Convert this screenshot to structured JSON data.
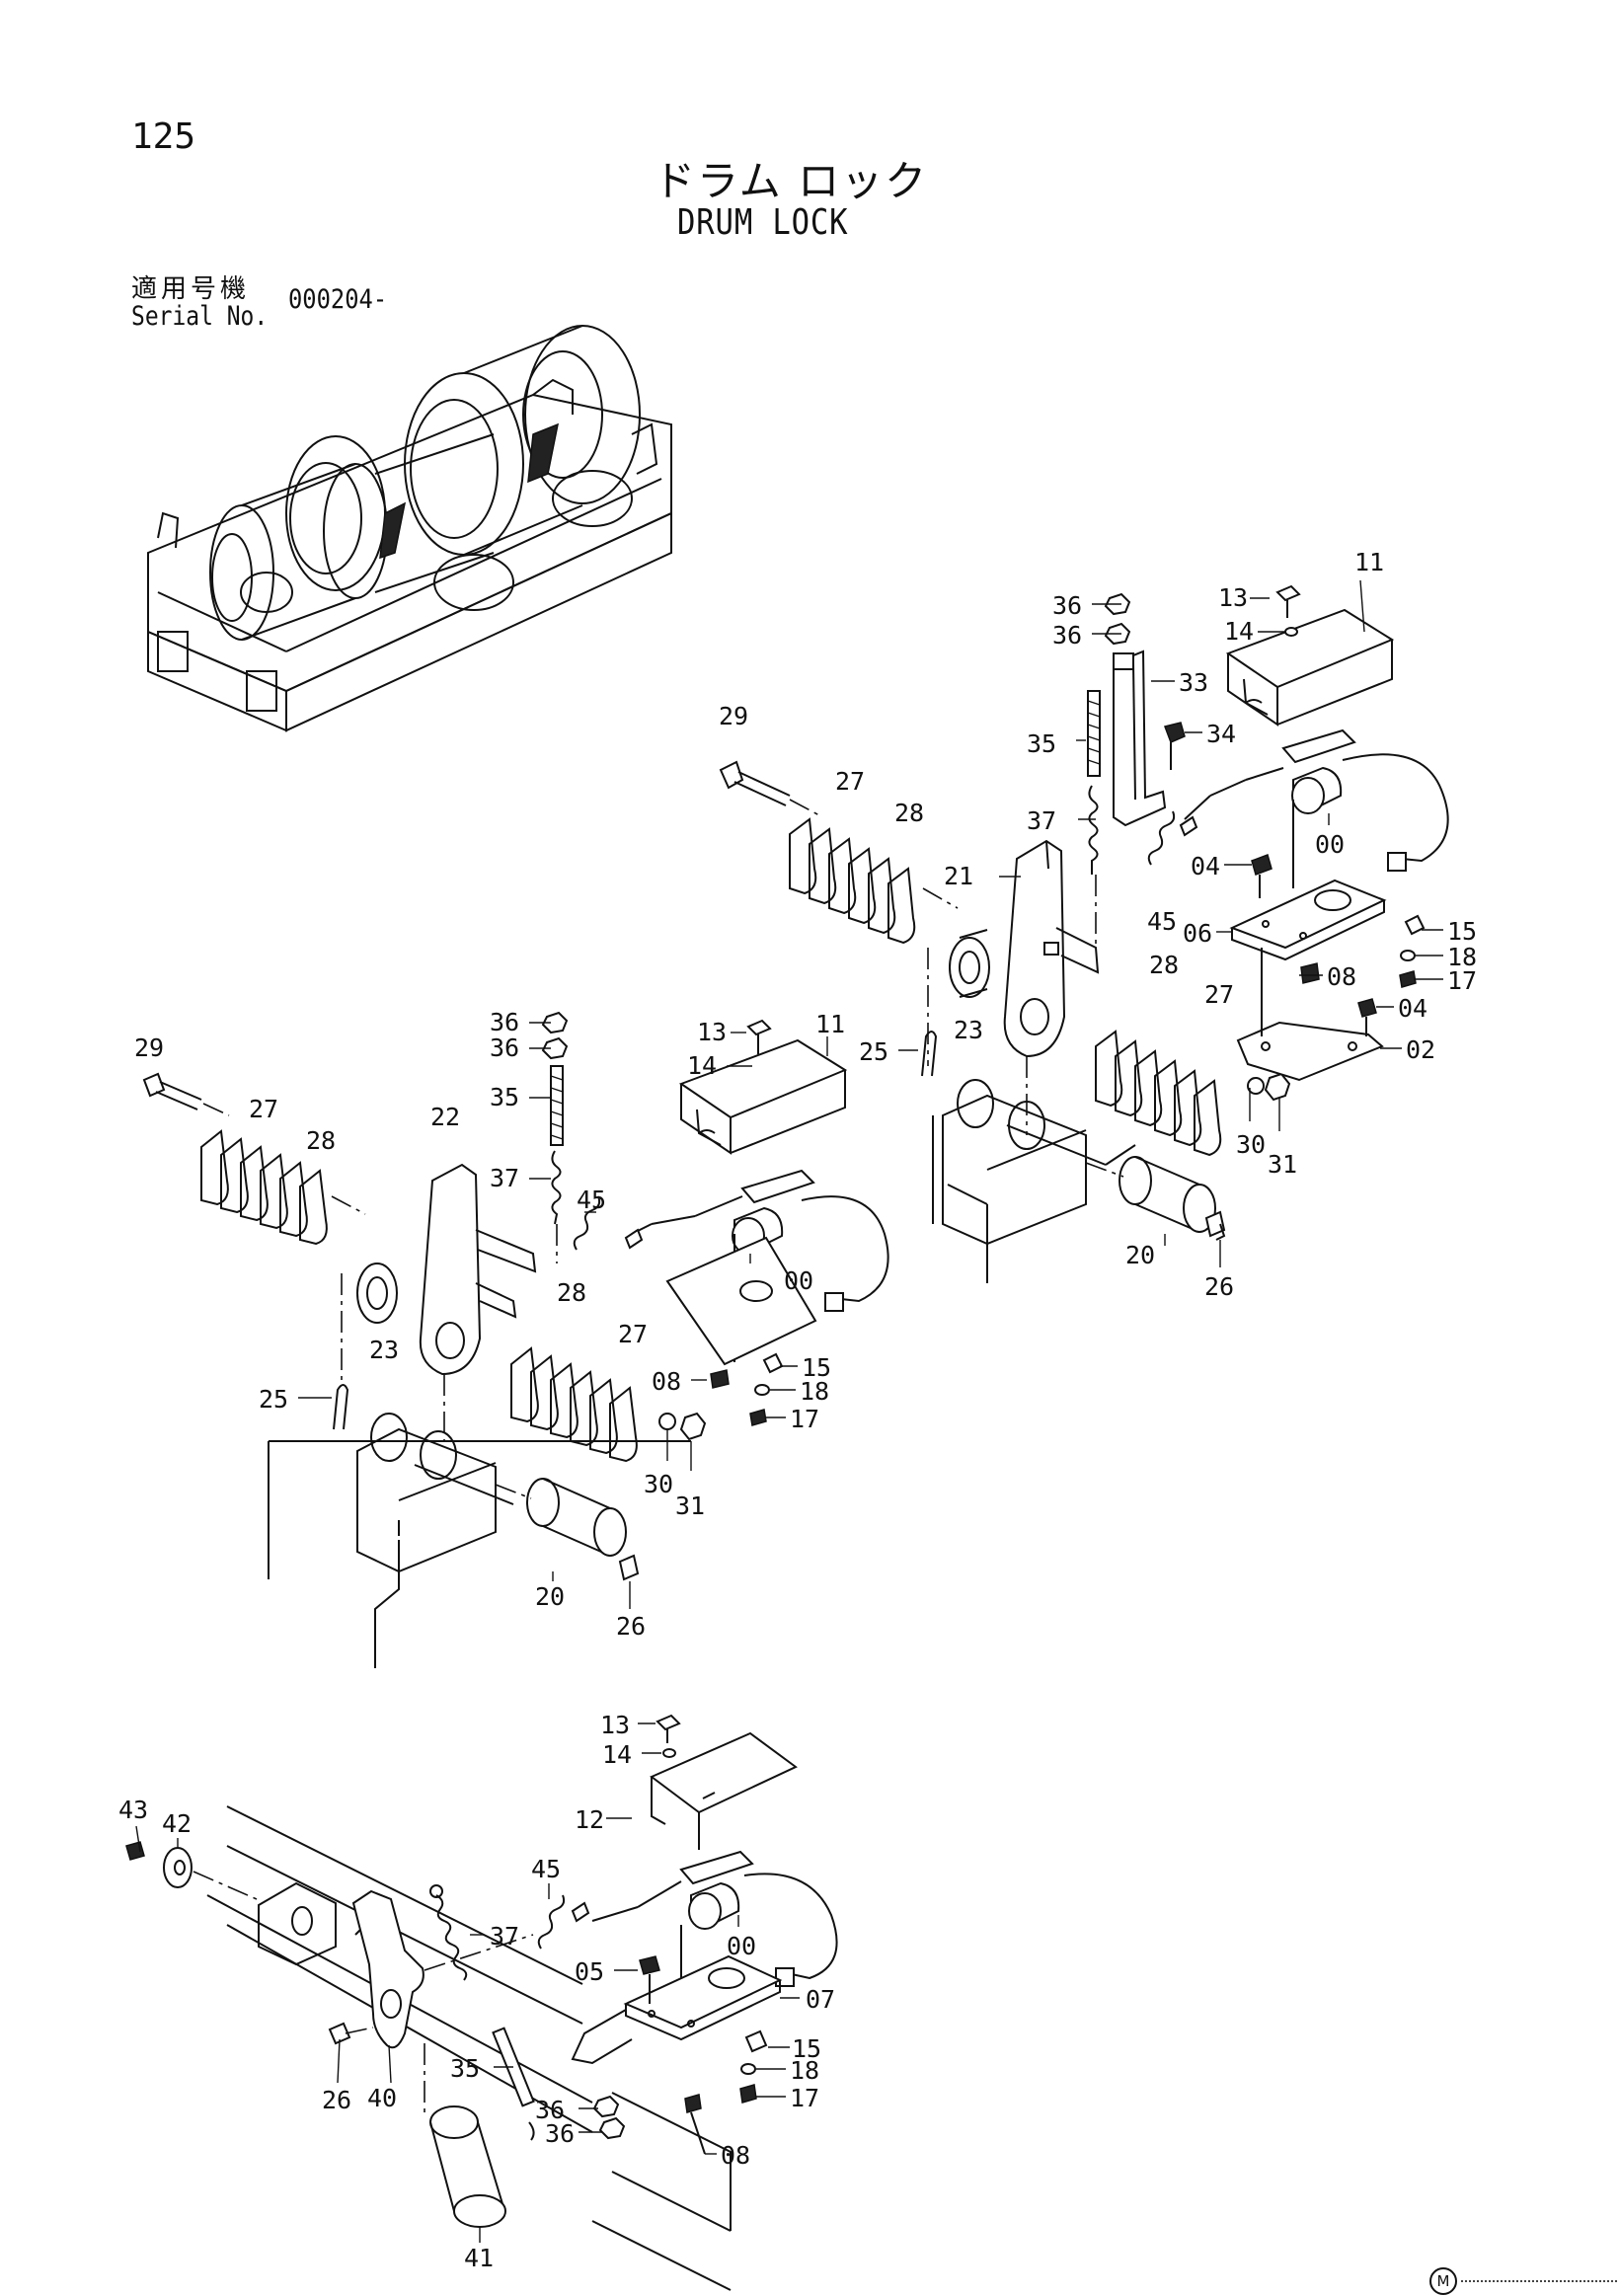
{
  "page_number": "125",
  "title_jp": "ドラム ロック",
  "title_en": "DRUM LOCK",
  "serial": {
    "label_jp": "適用号機",
    "label_en": "Serial No.",
    "value": "000204-"
  },
  "corner_mark": "M",
  "callouts": {
    "a29": "29",
    "a27": "27",
    "a28": "28",
    "a21": "21",
    "a23": "23",
    "a25": "25",
    "a36a": "36",
    "a36b": "36",
    "a35": "35",
    "a37": "37",
    "a33": "33",
    "a34": "34",
    "a13": "13",
    "a14": "14",
    "a11": "11",
    "a00": "00",
    "a04a": "04",
    "a06": "06",
    "a45": "45",
    "a15": "15",
    "a18": "18",
    "a17": "17",
    "a08": "08",
    "a04b": "04",
    "a02": "02",
    "a28b": "28",
    "a27b": "27",
    "a30": "30",
    "a31": "31",
    "a20": "20",
    "a26": "26",
    "b29": "29",
    "b27": "27",
    "b28": "28",
    "b22": "22",
    "b36a": "36",
    "b36b": "36",
    "b35": "35",
    "b37": "37",
    "b45": "45",
    "b13": "13",
    "b14": "14",
    "b11": "11",
    "b00": "00",
    "b23": "23",
    "b28b": "28",
    "b27b": "27",
    "b25": "25",
    "b08": "08",
    "b15": "15",
    "b18": "18",
    "b17": "17",
    "b30": "30",
    "b31": "31",
    "b20": "20",
    "b26": "26",
    "c13": "13",
    "c14": "14",
    "c12": "12",
    "c43": "43",
    "c42": "42",
    "c45": "45",
    "c37": "37",
    "c00": "00",
    "c05": "05",
    "c07": "07",
    "c35": "35",
    "c15": "15",
    "c18": "18",
    "c17": "17",
    "c26": "26",
    "c40": "40",
    "c36a": "36",
    "c36b": "36",
    "c08": "08",
    "c41": "41"
  }
}
